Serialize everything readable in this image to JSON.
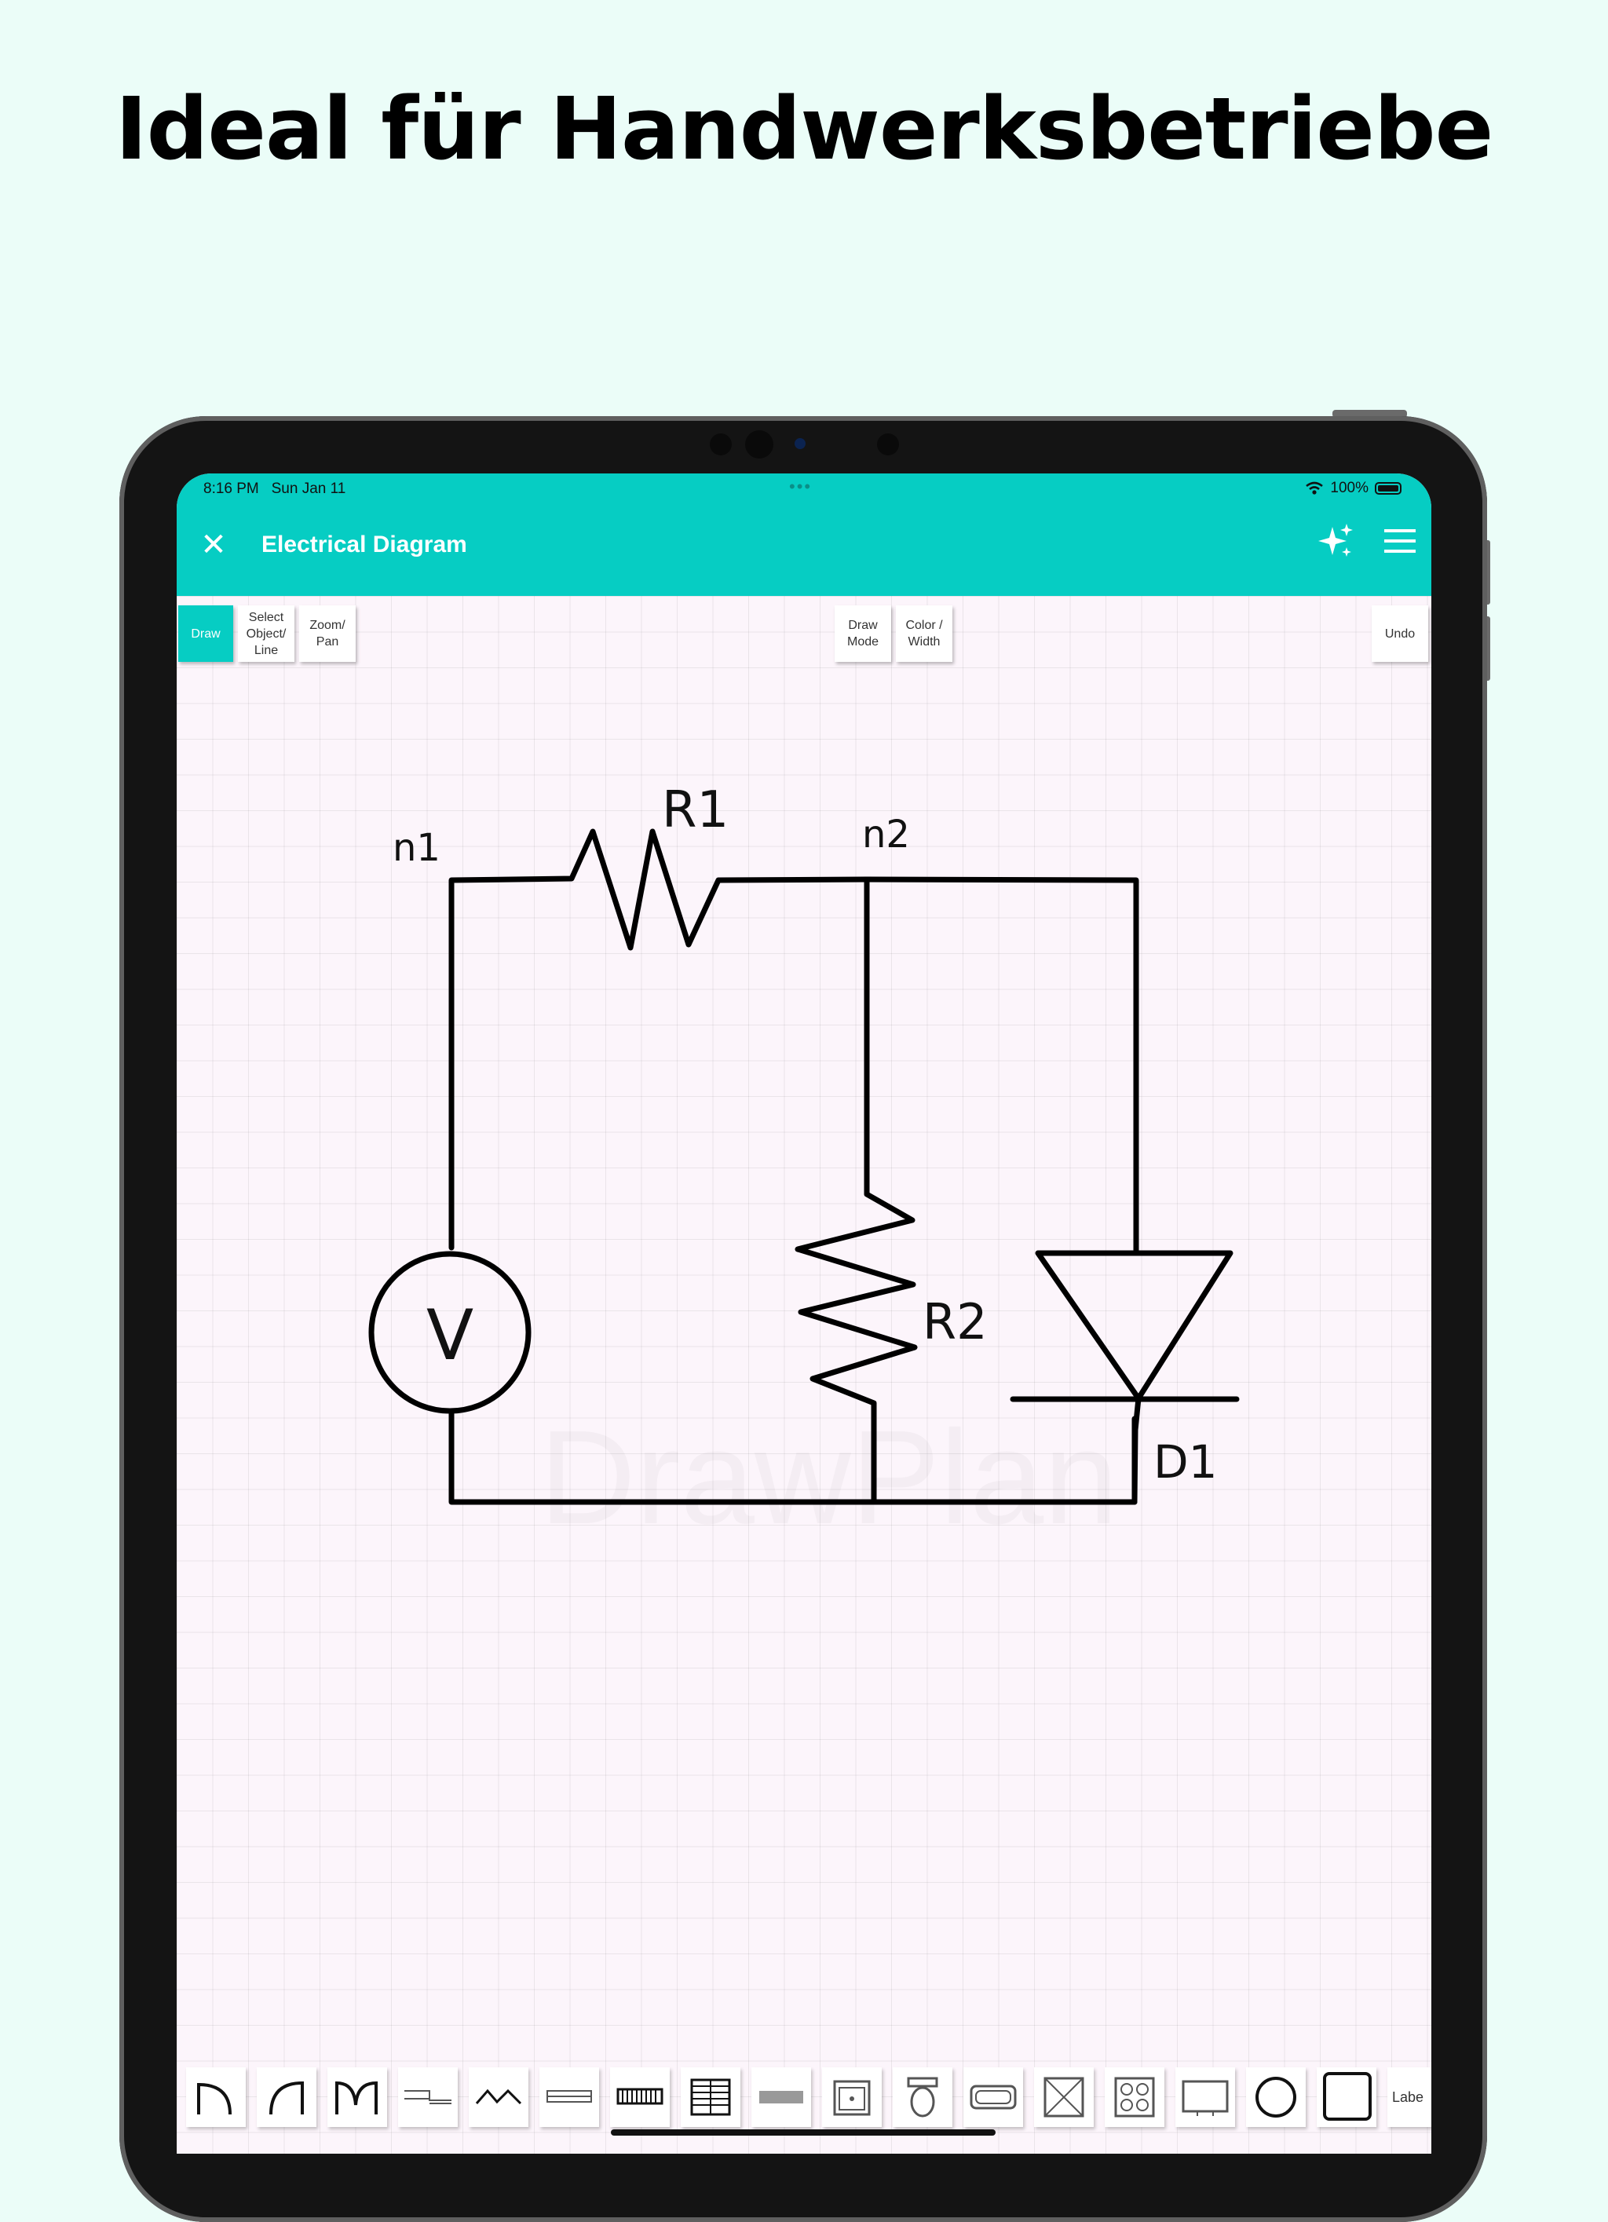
{
  "headline": "Ideal für Handwerksbetriebe",
  "status": {
    "time": "8:16 PM",
    "date": "Sun Jan 11",
    "battery": "100%"
  },
  "appbar": {
    "title": "Electrical Diagram",
    "close_icon": "close-icon",
    "sparkle_icon": "sparkle-icon",
    "menu_icon": "menu-icon"
  },
  "toolbar": {
    "draw": "Draw",
    "select": "Select\nObject/\nLine",
    "zoom": "Zoom/\nPan",
    "draw_mode": "Draw\nMode",
    "color_width": "Color /\nWidth",
    "undo": "Undo"
  },
  "watermark": "DrawPlan",
  "circuit": {
    "labels": {
      "r1": "R1",
      "r2": "R2",
      "n1": "n1",
      "n2": "n2",
      "d1": "D1",
      "v": "V"
    }
  },
  "palette": {
    "items": [
      "arch-left-icon",
      "arch-right-icon",
      "double-arch-icon",
      "step-line-icon",
      "zigzag-icon",
      "window-icon",
      "radiator-icon",
      "stair-icon",
      "bar-icon",
      "sink-icon",
      "toilet-icon",
      "bathtub-icon",
      "cross-box-icon",
      "stove-icon",
      "tv-icon",
      "circle-icon",
      "square-icon"
    ],
    "label_item": "Labe"
  },
  "colors": {
    "accent": "#06cdc3",
    "background": "#ebfdf8"
  }
}
